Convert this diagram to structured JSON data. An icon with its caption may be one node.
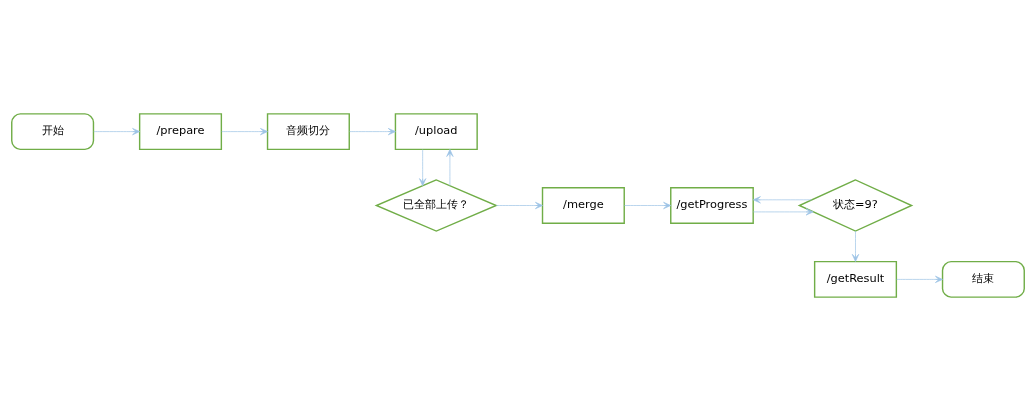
{
  "diagram": {
    "nodes": [
      {
        "text": [
          "开始"
        ]
      },
      {
        "text": [
          "/prepare"
        ]
      },
      {
        "text": [
          "音频切分"
        ]
      },
      {
        "text": [
          "/upload"
        ]
      },
      {
        "text": [
          "状态=9?"
        ]
      },
      {
        "text": [
          "/getProgress"
        ]
      },
      {
        "text": [
          "/merge"
        ]
      },
      {
        "text": [
          "已全部上传？"
        ]
      },
      {
        "text": [
          "/getResult"
        ]
      },
      {
        "text": [
          "结束"
        ]
      }
    ],
    "edges": [
      {
        "from": 0,
        "to": 1,
        "arrow": "to"
      },
      {
        "from": 1,
        "to": 2,
        "arrow": "to"
      },
      {
        "from": 2,
        "to": 3,
        "arrow": "to"
      },
      {
        "from": 3,
        "to": 7,
        "arrow": "to"
      },
      {
        "from": 7,
        "to": 3,
        "arrow": "to"
      },
      {
        "from": 7,
        "to": 6,
        "arrow": "to"
      },
      {
        "from": 6,
        "to": 5,
        "arrow": "to"
      },
      {
        "from": 5,
        "to": 4,
        "arrow": "to"
      },
      {
        "from": 4,
        "to": 5,
        "arrow": "to"
      },
      {
        "from": 4,
        "to": 8,
        "arrow": "to"
      },
      {
        "from": 8,
        "to": 9,
        "arrow": "to"
      }
    ]
  }
}
